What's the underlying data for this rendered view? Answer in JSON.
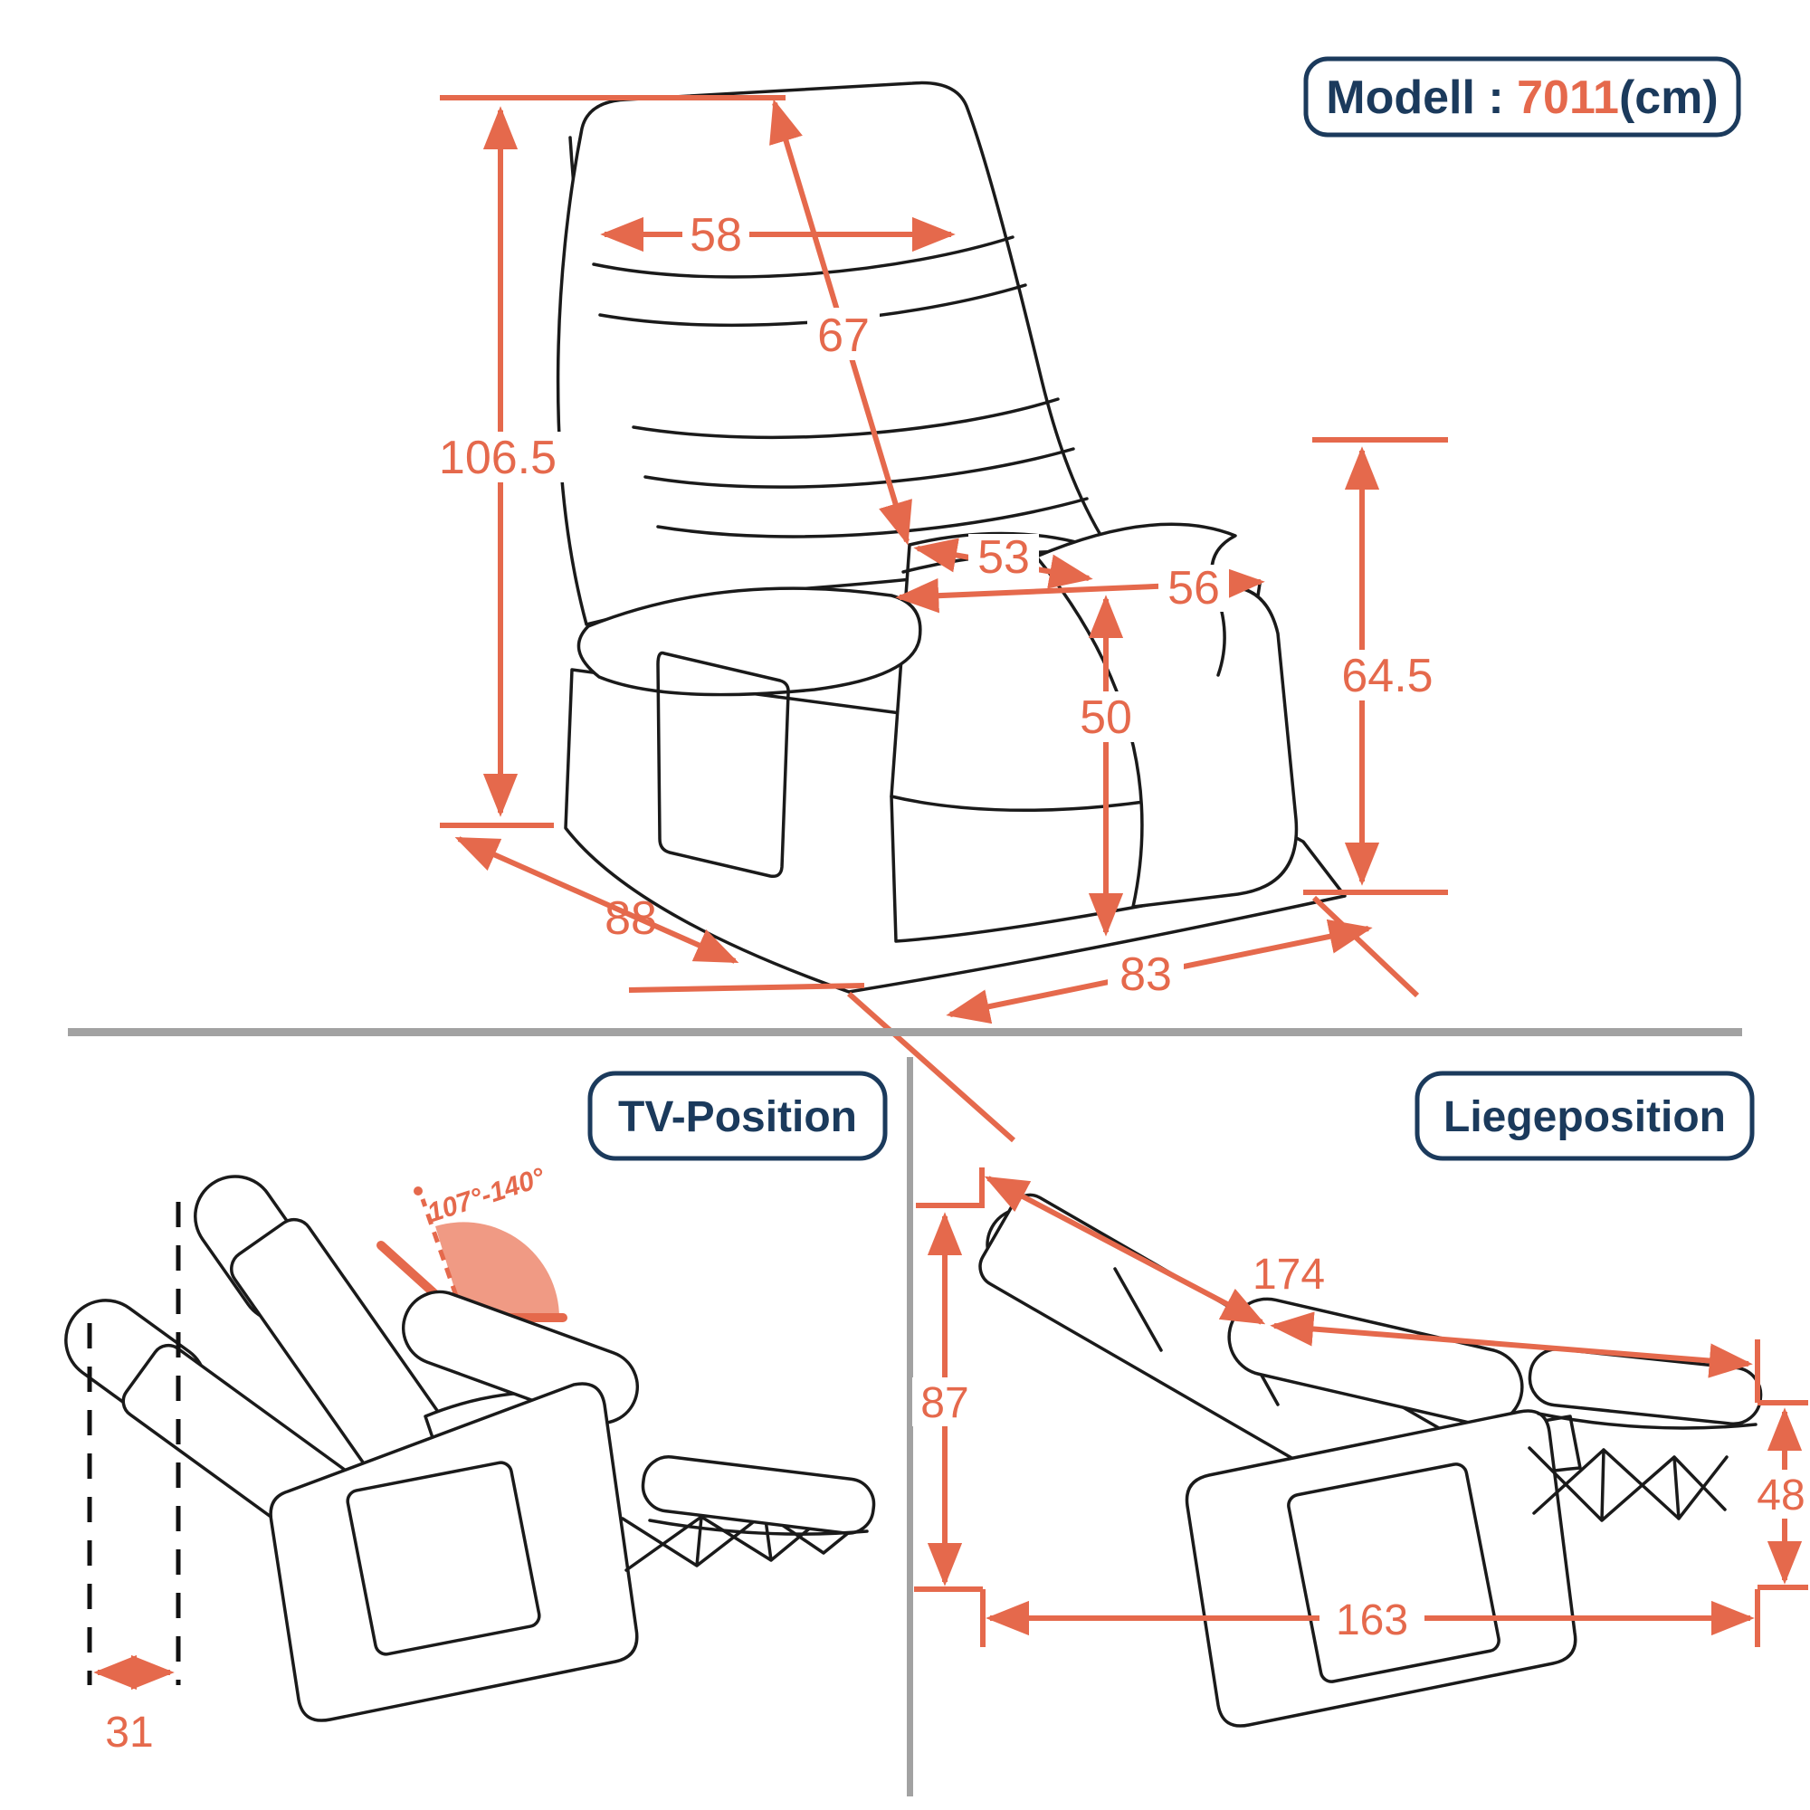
{
  "title_box": {
    "prefix": "Modell : ",
    "model": "7011",
    "suffix": "(cm)"
  },
  "main_view": {
    "back_width": "58",
    "back_length": "67",
    "total_height": "106.5",
    "seat_depth": "53",
    "seat_width": "56",
    "seat_height": "50",
    "arm_height": "64.5",
    "total_depth": "88",
    "base_width": "83"
  },
  "tv_view": {
    "title": "TV-Position",
    "angle_range": "107°-140°",
    "headrest_offset": "31"
  },
  "lie_view": {
    "title": "Liegeposition",
    "total_length": "174",
    "back_height": "87",
    "footrest_height": "48",
    "floor_length": "163"
  },
  "colors": {
    "accent": "#E5694C",
    "accent_soft": "#F09A84",
    "navy": "#1B3A5C",
    "divider_gray": "#A2A2A2",
    "outline": "#1A1A1A"
  }
}
